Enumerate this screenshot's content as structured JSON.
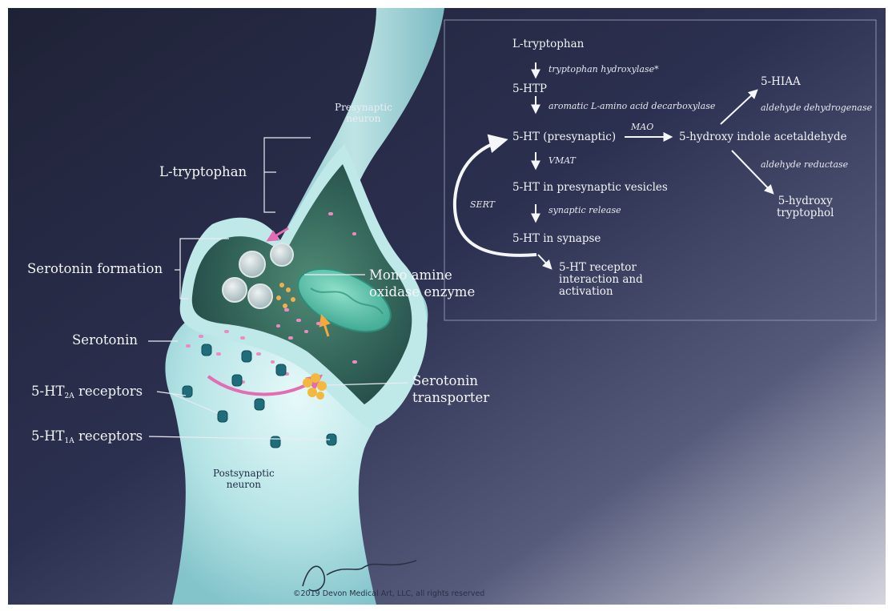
{
  "labels": {
    "presynaptic_neuron": [
      "Presynaptic",
      "neuron"
    ],
    "postsynaptic_neuron": [
      "Postsynaptic",
      "neuron"
    ],
    "l_tryptophan": "L-tryptophan",
    "serotonin_formation": "Serotonin formation",
    "mao_enzyme": [
      "Mono amine",
      "oxidase enzyme"
    ],
    "serotonin": "Serotonin",
    "receptors_2a": {
      "prefix": "5-HT",
      "sub": "2A",
      "suffix": " receptors"
    },
    "receptors_1a": {
      "prefix": "5-HT",
      "sub": "1A",
      "suffix": " receptors"
    },
    "serotonin_transporter": [
      "Serotonin",
      "transporter"
    ]
  },
  "flowchart": {
    "steps": {
      "l_tryptophan": "L-tryptophan",
      "htp": "5-HTP",
      "ht_presynaptic": "5-HT (presynaptic)",
      "ht_vesicles": "5-HT in presynaptic vesicles",
      "ht_synapse": "5-HT in synapse",
      "receptor_activation": [
        "5-HT receptor",
        "interaction and",
        "activation"
      ],
      "hydroxy_indole": "5-hydroxy indole acetaldehyde",
      "hiaa": "5-HIAA",
      "tryptophol": [
        "5-hydroxy",
        "tryptophol"
      ]
    },
    "enzymes": {
      "tryptophan_hydroxylase": "tryptophan hydroxylase*",
      "aadc": "aromatic L-amino acid decarboxylase",
      "vmat": "VMAT",
      "synaptic_release": "synaptic release",
      "mao": "MAO",
      "sert": "SERT",
      "aldehyde_dehydrogenase": "aldehyde dehydrogenase",
      "aldehyde_reductase": "aldehyde reductase"
    }
  },
  "copyright": "©2019 Devon Medical Art, LLC, all rights reserved",
  "colors": {
    "background_dark": "#22243a",
    "background_mid": "#3a3f63",
    "background_light": "#c9cbd6",
    "neuron": "#b7e4e4",
    "cell_interior": "#2f5b52",
    "serotonin": "#e98cc2",
    "receptor": "#1f6c7a",
    "mao": "#f3b04a",
    "mitochondrion": "#5fc3ae"
  }
}
